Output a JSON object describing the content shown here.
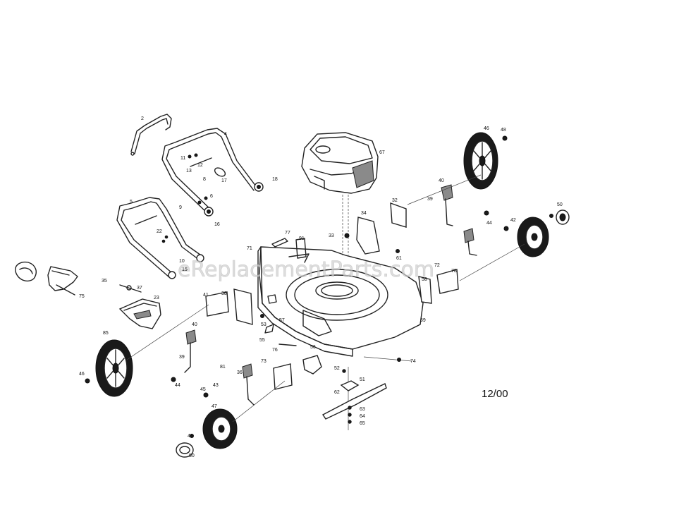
{
  "watermark": "eReplacementParts.com",
  "date_code": "12/00",
  "callouts": [
    {
      "id": "c2",
      "label": "2"
    },
    {
      "id": "c4",
      "label": "4"
    },
    {
      "id": "c11",
      "label": "11"
    },
    {
      "id": "c12",
      "label": "12"
    },
    {
      "id": "c13",
      "label": "13"
    },
    {
      "id": "c17",
      "label": "17"
    },
    {
      "id": "c18",
      "label": "18"
    },
    {
      "id": "c16",
      "label": "16"
    },
    {
      "id": "c9",
      "label": "9"
    },
    {
      "id": "c8",
      "label": "8"
    },
    {
      "id": "c6",
      "label": "6"
    },
    {
      "id": "c5",
      "label": "5"
    },
    {
      "id": "c22",
      "label": "22"
    },
    {
      "id": "c10",
      "label": "10"
    },
    {
      "id": "c15",
      "label": "15"
    },
    {
      "id": "c75",
      "label": "75"
    },
    {
      "id": "c35",
      "label": "35"
    },
    {
      "id": "c37",
      "label": "37"
    },
    {
      "id": "c23",
      "label": "23"
    },
    {
      "id": "c41",
      "label": "41"
    },
    {
      "id": "c38",
      "label": "38"
    },
    {
      "id": "c85",
      "label": "85"
    },
    {
      "id": "c46a",
      "label": "46"
    },
    {
      "id": "c40a",
      "label": "40"
    },
    {
      "id": "c39a",
      "label": "39"
    },
    {
      "id": "c44a",
      "label": "44"
    },
    {
      "id": "c45",
      "label": "45"
    },
    {
      "id": "c43",
      "label": "43"
    },
    {
      "id": "c47",
      "label": "47"
    },
    {
      "id": "c49",
      "label": "49"
    },
    {
      "id": "c50a",
      "label": "50"
    },
    {
      "id": "c73",
      "label": "73"
    },
    {
      "id": "c36",
      "label": "36"
    },
    {
      "id": "c52",
      "label": "52"
    },
    {
      "id": "c51",
      "label": "51"
    },
    {
      "id": "c62",
      "label": "62"
    },
    {
      "id": "c63",
      "label": "63"
    },
    {
      "id": "c64",
      "label": "64"
    },
    {
      "id": "c65",
      "label": "65"
    },
    {
      "id": "c74",
      "label": "74"
    },
    {
      "id": "c59",
      "label": "59"
    },
    {
      "id": "c56",
      "label": "56"
    },
    {
      "id": "c57",
      "label": "57"
    },
    {
      "id": "c53",
      "label": "53"
    },
    {
      "id": "c55",
      "label": "55"
    },
    {
      "id": "c76",
      "label": "76"
    },
    {
      "id": "c77",
      "label": "77"
    },
    {
      "id": "c71",
      "label": "71"
    },
    {
      "id": "c91",
      "label": "91"
    },
    {
      "id": "c33",
      "label": "33"
    },
    {
      "id": "c34",
      "label": "34"
    },
    {
      "id": "c67",
      "label": "67"
    },
    {
      "id": "c46b",
      "label": "46"
    },
    {
      "id": "c48",
      "label": "48"
    },
    {
      "id": "c40b",
      "label": "40"
    },
    {
      "id": "c39b",
      "label": "39"
    },
    {
      "id": "c32",
      "label": "32"
    },
    {
      "id": "c44b",
      "label": "44"
    },
    {
      "id": "c42",
      "label": "42"
    },
    {
      "id": "c50b",
      "label": "50"
    },
    {
      "id": "c58",
      "label": "58"
    },
    {
      "id": "c61",
      "label": "61"
    },
    {
      "id": "c72",
      "label": "72"
    },
    {
      "id": "c78",
      "label": "78"
    },
    {
      "id": "c81",
      "label": "81"
    }
  ]
}
